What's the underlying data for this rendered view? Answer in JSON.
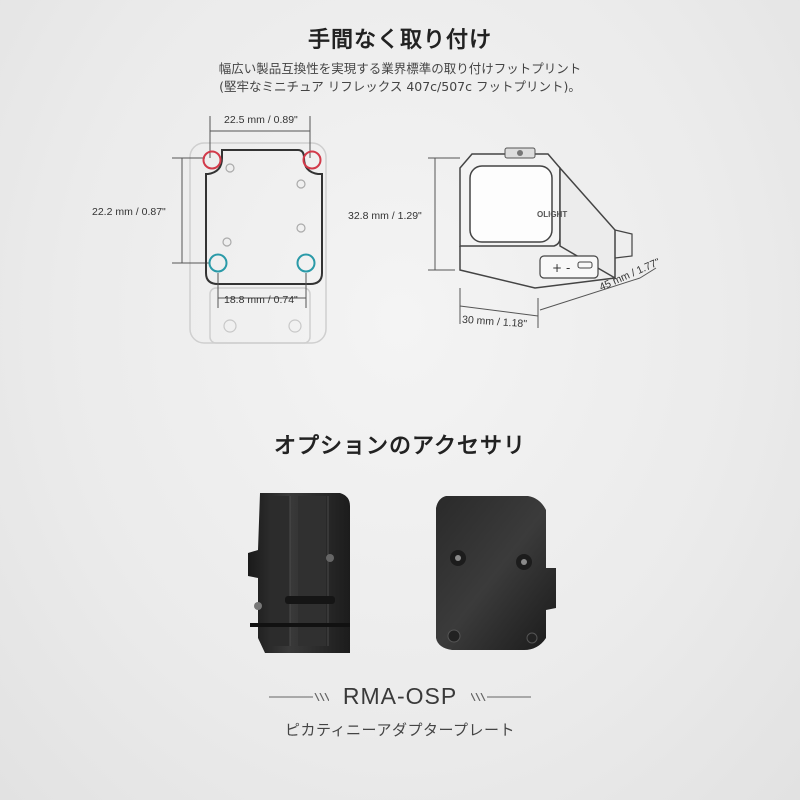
{
  "header": {
    "title": "手間なく取り付け",
    "subtitle_line1": "幅広い製品互換性を実現する業界標準の取り付けフットプリント",
    "subtitle_line2": "(堅牢なミニチュア リフレックス 407c/507c フットプリント)。"
  },
  "footprint": {
    "top_width": "22.5 mm / 0.89\"",
    "side_height": "22.2 mm / 0.87\"",
    "bottom_width": "18.8 mm / 0.74\""
  },
  "sight": {
    "height": "32.8 mm / 1.29\"",
    "width": "30 mm / 1.18\"",
    "length": "45 mm / 1.77\"",
    "brand": "OLIGHT"
  },
  "accessories": {
    "title": "オプションのアクセサリ",
    "model": "RMA-OSP",
    "caption": "ピカティニーアダプタープレート"
  },
  "colors": {
    "red_hole": "#d23a4a",
    "teal_hole": "#2a9aa8"
  }
}
